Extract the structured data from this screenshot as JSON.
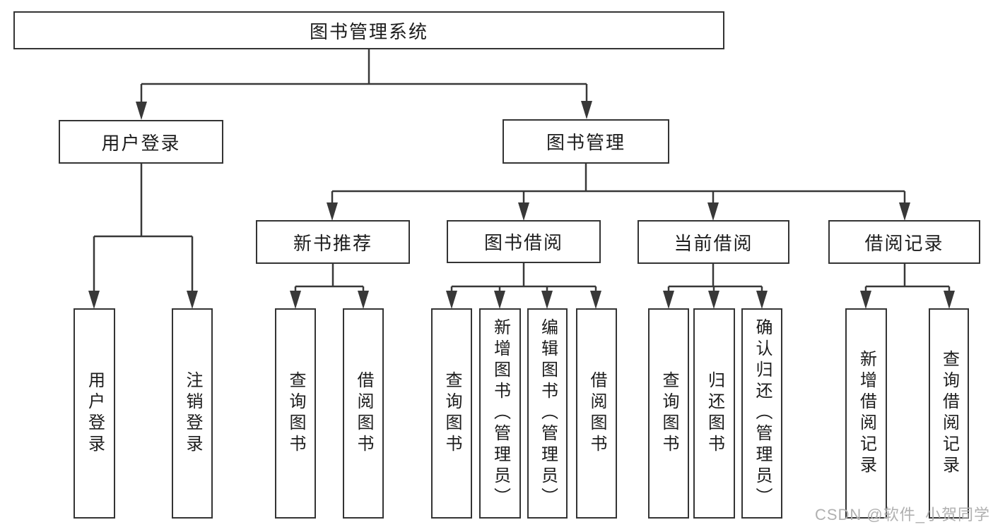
{
  "tree": {
    "root": {
      "label": "图书管理系统",
      "children": [
        {
          "label": "用户登录",
          "children": [
            {
              "label": "用户登录"
            },
            {
              "label": "注销登录"
            }
          ]
        },
        {
          "label": "图书管理",
          "children": [
            {
              "label": "新书推荐",
              "children": [
                {
                  "label": "查询图书"
                },
                {
                  "label": "借阅图书"
                }
              ]
            },
            {
              "label": "图书借阅",
              "children": [
                {
                  "label": "查询图书"
                },
                {
                  "label": "新增图书（管理员）"
                },
                {
                  "label": "编辑图书（管理员）"
                },
                {
                  "label": "借阅图书"
                }
              ]
            },
            {
              "label": "当前借阅",
              "children": [
                {
                  "label": "查询图书"
                },
                {
                  "label": "归还图书"
                },
                {
                  "label": "确认归还（管理员）"
                }
              ]
            },
            {
              "label": "借阅记录",
              "children": [
                {
                  "label": "新增借阅记录"
                },
                {
                  "label": "查询借阅记录"
                }
              ]
            }
          ]
        }
      ]
    }
  },
  "watermark": {
    "text": "CSDN @软件_小贺同学"
  },
  "colors": {
    "line": "#383838",
    "box_border": "#343434",
    "text": "#1c1c1c",
    "watermark": "#b0b0b0",
    "background": "#ffffff"
  }
}
